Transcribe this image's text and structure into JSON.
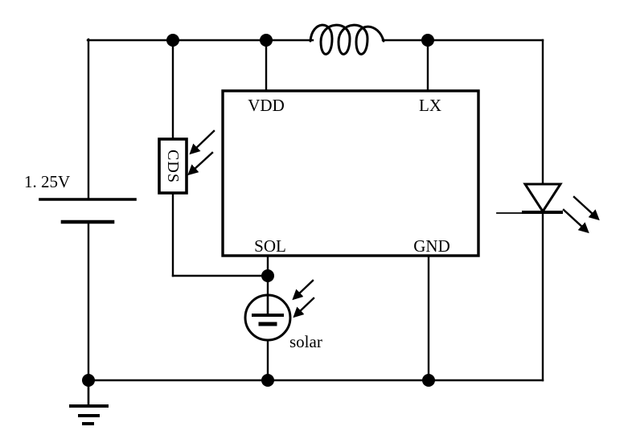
{
  "circuit": {
    "colors": {
      "stroke": "#000000",
      "background": "#ffffff"
    },
    "battery": {
      "label": "1. 25V"
    },
    "photoresistor": {
      "label": "CDS"
    },
    "ic": {
      "pin_vdd": "VDD",
      "pin_lx": "LX",
      "pin_sol": "SOL",
      "pin_gnd": "GND"
    },
    "solar_cell": {
      "label": "solar"
    }
  }
}
